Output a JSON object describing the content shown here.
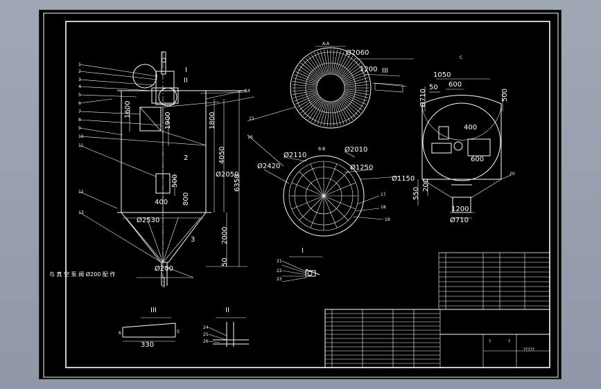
{
  "app": {
    "background_color": "#9fa8b5",
    "canvas_color": "#000000",
    "line_color": "#ffffff"
  },
  "section_labels": {
    "top_view": "A-A",
    "section_b": "B-B",
    "side_view": "C",
    "detail_I": "I",
    "detail_II": "II",
    "detail_III": "III"
  },
  "front_view": {
    "dims": {
      "d1600": "1600",
      "d1800": "1800",
      "d4050": "4050",
      "d6350": "6350",
      "d2000": "2000",
      "d50": "50",
      "d1900": "1900",
      "d500": "500",
      "d800": "800",
      "d400": "400",
      "d2": "2",
      "d3": "3",
      "dia2530": "Ø2530",
      "dia2050": "Ø2050",
      "dia200": "Ø200"
    },
    "note": "与 真 空 泵 阀 Ø200 配 作",
    "roman_I": "I",
    "roman_II": "II"
  },
  "top_view": {
    "dia2060": "Ø2060",
    "d1200": "1200",
    "roman_III": "III"
  },
  "section_b": {
    "dia2110": "Ø2110",
    "dia2010": "Ø2010",
    "dia2420": "Ø2420",
    "dia1250": "Ø1250",
    "dia1150": "Ø1150"
  },
  "side_view": {
    "d1050": "1050",
    "d600a": "600",
    "d50": "50",
    "dia710a": "Ø710",
    "d500": "500",
    "d400": "400",
    "d600b": "600",
    "d550": "550",
    "d200": "200",
    "d1200": "1200",
    "dia710b": "Ø710"
  },
  "detail_III": {
    "d330": "330",
    "d6": "6",
    "d5": "5"
  },
  "title_block": {
    "title": "?????",
    "q1": "?",
    "q2": "?"
  }
}
